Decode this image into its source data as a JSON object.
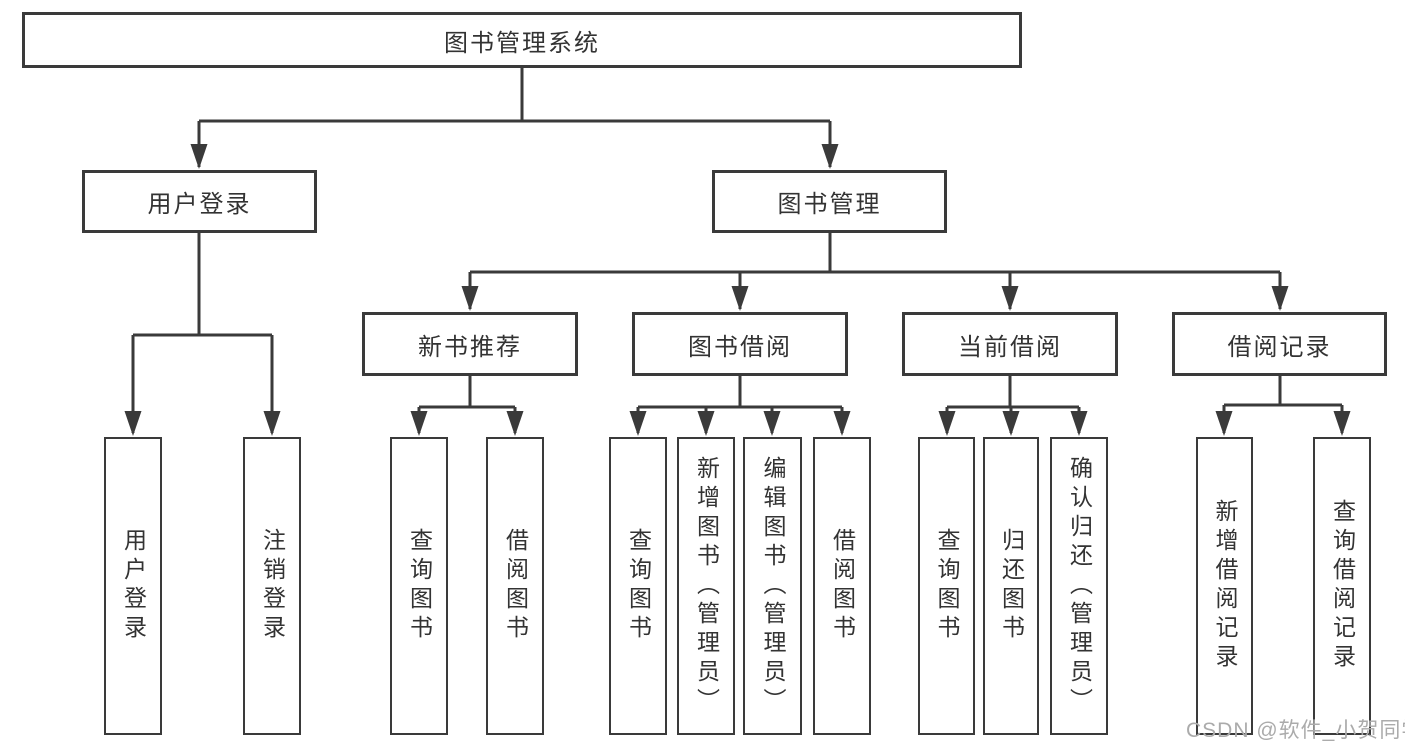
{
  "title": "图书管理系统",
  "tree": {
    "label": "图书管理系统",
    "children": [
      {
        "label": "用户登录",
        "children": [
          {
            "label": "用户登录"
          },
          {
            "label": "注销登录"
          }
        ]
      },
      {
        "label": "图书管理",
        "children": [
          {
            "label": "新书推荐",
            "children": [
              {
                "label": "查询图书"
              },
              {
                "label": "借阅图书"
              }
            ]
          },
          {
            "label": "图书借阅",
            "children": [
              {
                "label": "查询图书"
              },
              {
                "label": "新增图书（管理员）"
              },
              {
                "label": "编辑图书（管理员）"
              },
              {
                "label": "借阅图书"
              }
            ]
          },
          {
            "label": "当前借阅",
            "children": [
              {
                "label": "查询图书"
              },
              {
                "label": "归还图书"
              },
              {
                "label": "确认归还（管理员）"
              }
            ]
          },
          {
            "label": "借阅记录",
            "children": [
              {
                "label": "新增借阅记录"
              },
              {
                "label": "查询借阅记录"
              }
            ]
          }
        ]
      }
    ]
  },
  "watermark": "CSDN @软件_小贺同学",
  "colors": {
    "line": "#3a3a3a",
    "text": "#333333",
    "watermark": "#ababab",
    "background": "#ffffff"
  }
}
